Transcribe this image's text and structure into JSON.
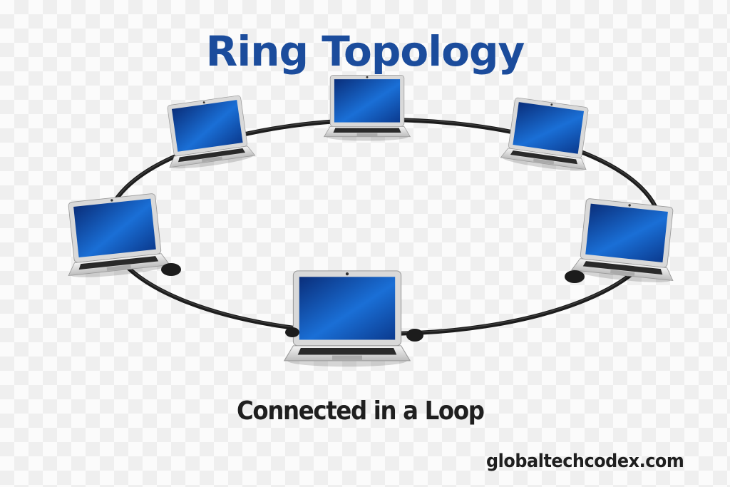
{
  "title": "Ring Topology",
  "subtitle": "Connected in a Loop",
  "watermark": "globaltechcodex.com",
  "colors": {
    "title": "#1b4c9c",
    "screen": "#1560c8",
    "cable": "#1c1c1c"
  },
  "nodes": [
    "laptop-top",
    "laptop-top-left",
    "laptop-top-right",
    "laptop-left",
    "laptop-right",
    "laptop-bottom"
  ]
}
